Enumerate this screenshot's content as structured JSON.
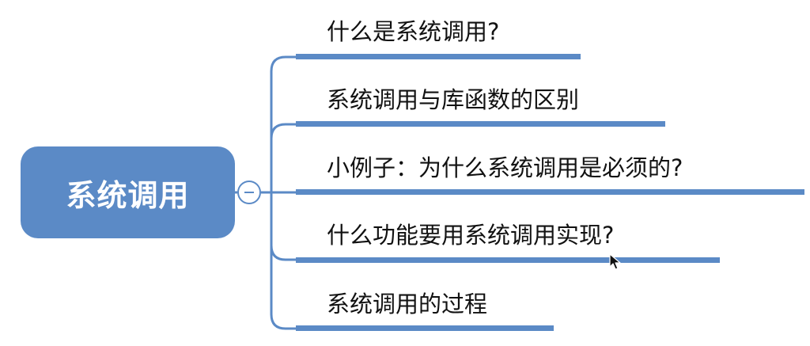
{
  "mindmap": {
    "root": {
      "label": "系统调用"
    },
    "collapse_icon": "minus-circle-icon",
    "branches": [
      {
        "label": "什么是系统调用?"
      },
      {
        "label": "系统调用与库函数的区别"
      },
      {
        "label": "小例子：为什么系统调用是必须的?"
      },
      {
        "label": "什么功能要用系统调用实现?"
      },
      {
        "label": "系统调用的过程"
      }
    ],
    "colors": {
      "accent": "#5b8ac6",
      "text": "#111111",
      "root_text": "#ffffff"
    }
  },
  "cursor_icon": "mouse-pointer-icon"
}
